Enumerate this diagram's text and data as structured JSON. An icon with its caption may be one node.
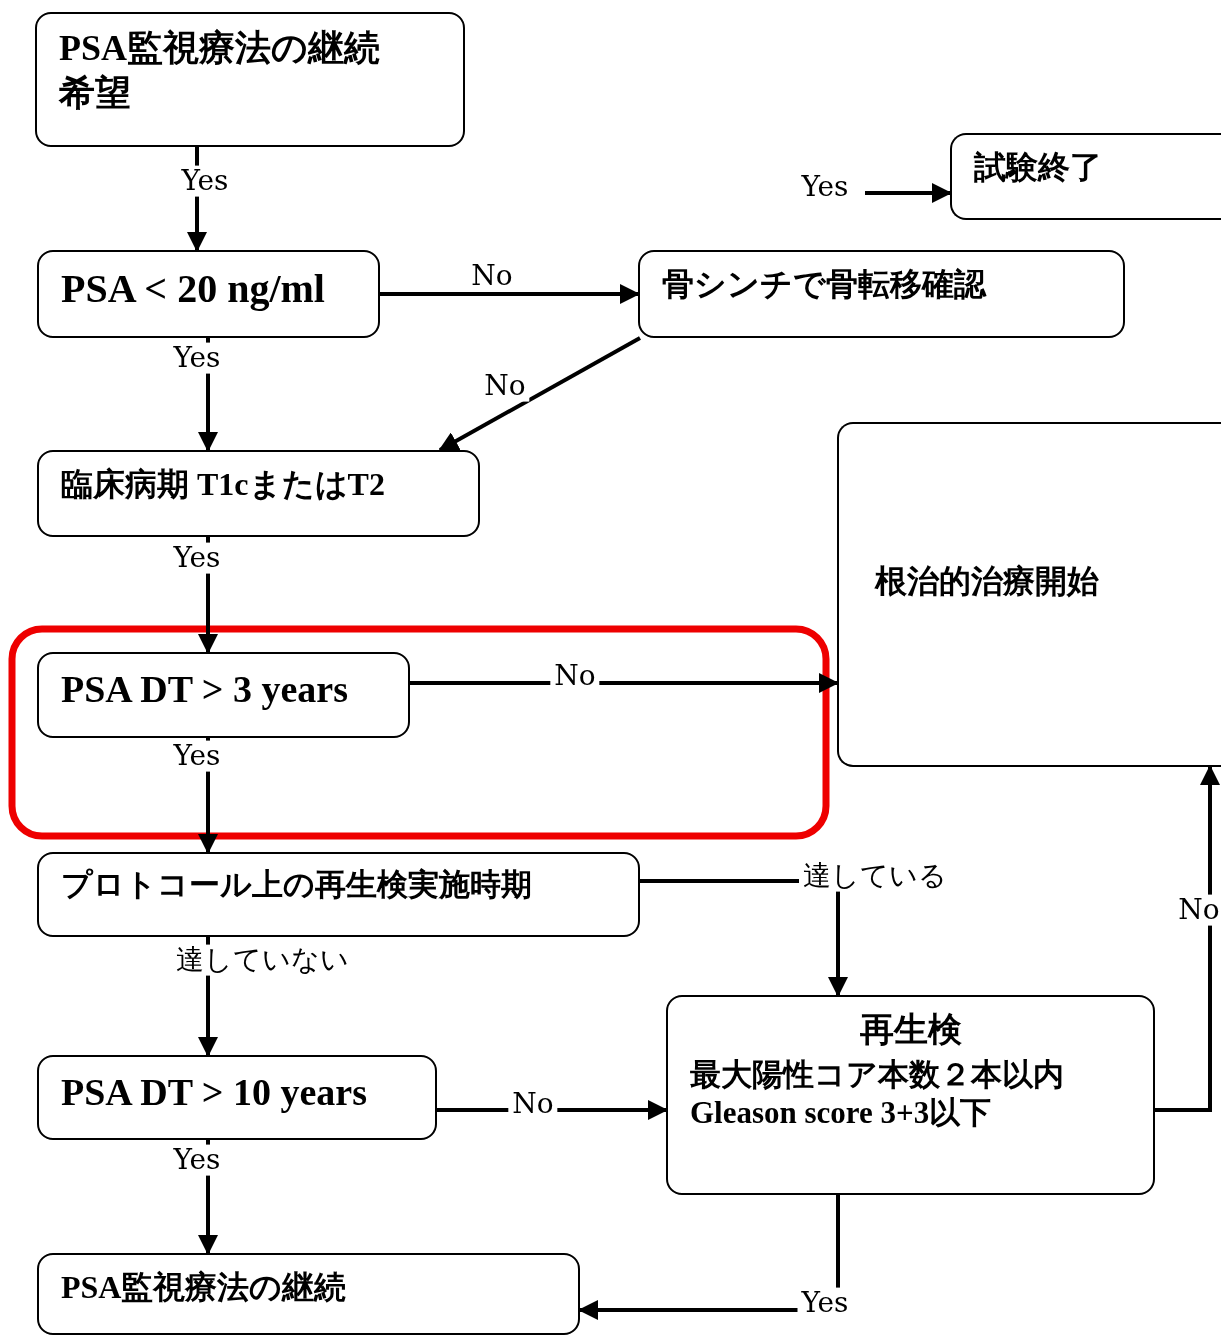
{
  "diagram": {
    "nodes": [
      {
        "text": [
          "PSA監視療法の継続希望"
        ]
      },
      {
        "text": [
          "PSA < 20 ng/ml"
        ]
      },
      {
        "text": [
          "骨シンチで骨転移確認"
        ]
      },
      {
        "text": [
          "試験終了"
        ]
      },
      {
        "text": [
          "臨床病期 T1cまたはT2"
        ]
      },
      {
        "text": [
          "PSA DT > 3 years"
        ]
      },
      {
        "text": [
          "根治的治療開始"
        ]
      },
      {
        "text": [
          "プロトコール上の再生検実施時期"
        ]
      },
      {
        "text": [
          "PSA DT > 10 years"
        ]
      },
      {
        "text": [
          "再生検",
          "最大陽性コア本数２本以内",
          "Gleason score 3+3以下"
        ]
      },
      {
        "text": [
          "PSA監視療法の継続"
        ]
      }
    ],
    "edges": [
      {
        "from": 0,
        "to": 1,
        "arrow": "to",
        "label": "Yes"
      },
      {
        "from": 1,
        "to": 2,
        "arrow": "to",
        "label": "No"
      },
      {
        "from": 2,
        "to": 4,
        "arrow": "to",
        "label": "No"
      },
      {
        "from": 1,
        "to": 4,
        "arrow": "to",
        "label": "Yes"
      },
      {
        "from": 4,
        "to": 5,
        "arrow": "to",
        "label": "Yes"
      },
      {
        "from": 5,
        "to": 6,
        "arrow": "to",
        "label": "No"
      },
      {
        "from": 5,
        "to": 7,
        "arrow": "to",
        "label": "Yes"
      },
      {
        "from": 7,
        "to": 9,
        "arrow": "to",
        "label": "達している"
      },
      {
        "from": 7,
        "to": 8,
        "arrow": "to",
        "label": "達していない"
      },
      {
        "from": 8,
        "to": 9,
        "arrow": "to",
        "label": "No"
      },
      {
        "from": 8,
        "to": 10,
        "arrow": "to",
        "label": "Yes"
      },
      {
        "from": 9,
        "to": 10,
        "arrow": "to",
        "label": "Yes"
      },
      {
        "from": 9,
        "to": 6,
        "arrow": "to",
        "label": "No"
      },
      {
        "from": null,
        "to": 3,
        "arrow": "to",
        "label": "Yes"
      }
    ]
  }
}
